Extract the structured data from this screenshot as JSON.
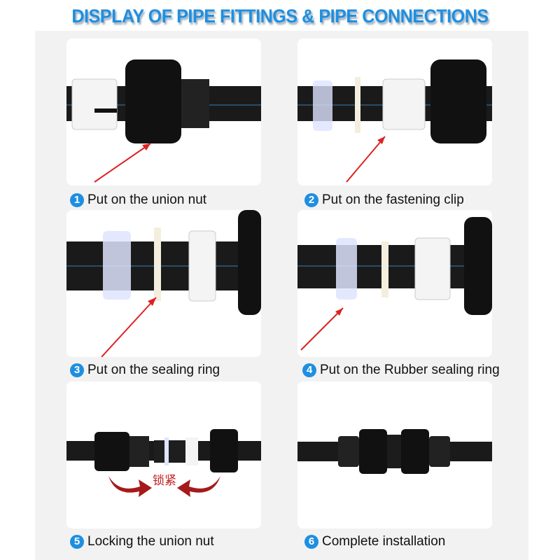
{
  "title": "DISPLAY OF PIPE FITTINGS & PIPE CONNECTIONS",
  "steps": [
    {
      "num": "1",
      "label": "Put on the union nut"
    },
    {
      "num": "2",
      "label": "Put on the fastening clip"
    },
    {
      "num": "3",
      "label": "Put on the sealing ring"
    },
    {
      "num": "4",
      "label": "Put on the Rubber sealing ring"
    },
    {
      "num": "5",
      "label": "Locking the union nut",
      "annotation": "锁紧"
    },
    {
      "num": "6",
      "label": "Complete installation"
    }
  ],
  "colors": {
    "accent": "#1e8fe0",
    "arrow": "#b01818"
  }
}
